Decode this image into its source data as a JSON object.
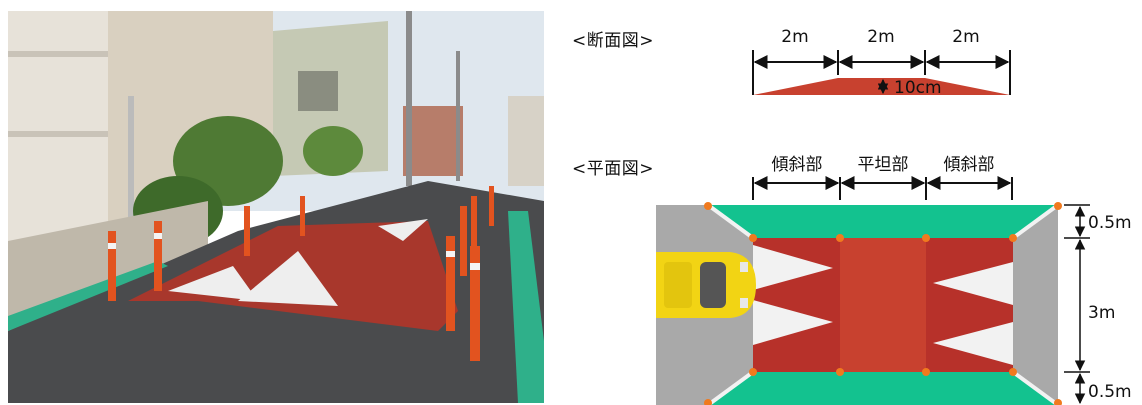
{
  "section_view": {
    "title": "<断面図>",
    "dimensions": [
      "2m",
      "2m",
      "2m"
    ],
    "height_label": "10cm",
    "colors": {
      "hump": "#c8412f",
      "arrows": "#111111"
    }
  },
  "plan_view": {
    "title": "<平面図>",
    "zone_labels": [
      "傾斜部",
      "平坦部",
      "傾斜部"
    ],
    "right_dimensions": [
      "0.5m",
      "3m",
      "0.5m"
    ],
    "colors": {
      "road": "#a9a9a9",
      "hump_slope": "#b7312a",
      "hump_flat": "#c8412f",
      "stripe": "#f2f2f2",
      "sidewalk": "#13c28f",
      "post": "#f07a1e",
      "car": "#f2d414"
    }
  },
  "photo": {
    "description_icon": "road-hump-photo"
  }
}
